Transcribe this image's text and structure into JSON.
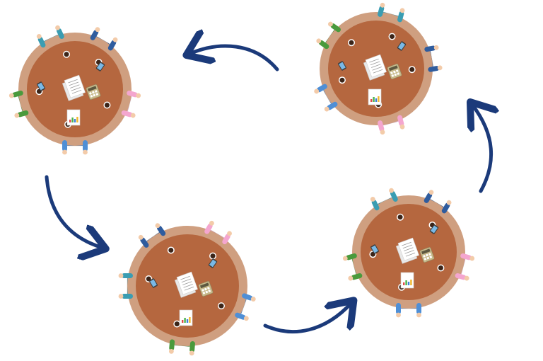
{
  "diagram": {
    "type": "cycle",
    "colors": {
      "background": "#ffffff",
      "table_rim": "#cf9f80",
      "table_top": "#b5673f",
      "arrow": "#1b3a7a",
      "paper": "#ffffff",
      "coffee": "#3b2418",
      "calculator": "#c7b98a",
      "phone": "#7ab9e6"
    },
    "people_colors": {
      "teal": {
        "shirt": "#3a9db2",
        "hair": "#4a3b34"
      },
      "navy": {
        "shirt": "#2f5c9e",
        "hair": "#5a3527"
      },
      "pink": {
        "shirt": "#f4a6cf",
        "hair": "#111111"
      },
      "blue": {
        "shirt": "#4f8fd6",
        "hair": "#3a3a3a"
      },
      "green": {
        "shirt": "#4a9a3c",
        "hair": "#d8b26a"
      }
    },
    "stages": [
      {
        "name": "table-top-left",
        "seats": [
          "teal",
          "navy",
          "pink",
          "blue",
          "green"
        ]
      },
      {
        "name": "table-top-right",
        "seats": [
          "teal",
          "navy",
          "pink",
          "blue",
          "green"
        ]
      },
      {
        "name": "table-bottom-right",
        "seats": [
          "teal",
          "navy",
          "pink",
          "blue",
          "green"
        ]
      },
      {
        "name": "table-bottom-left",
        "seats": [
          "navy",
          "pink",
          "blue",
          "green",
          "teal"
        ]
      }
    ],
    "arrows": [
      "arrow-top",
      "arrow-right",
      "arrow-bottom",
      "arrow-left"
    ]
  }
}
